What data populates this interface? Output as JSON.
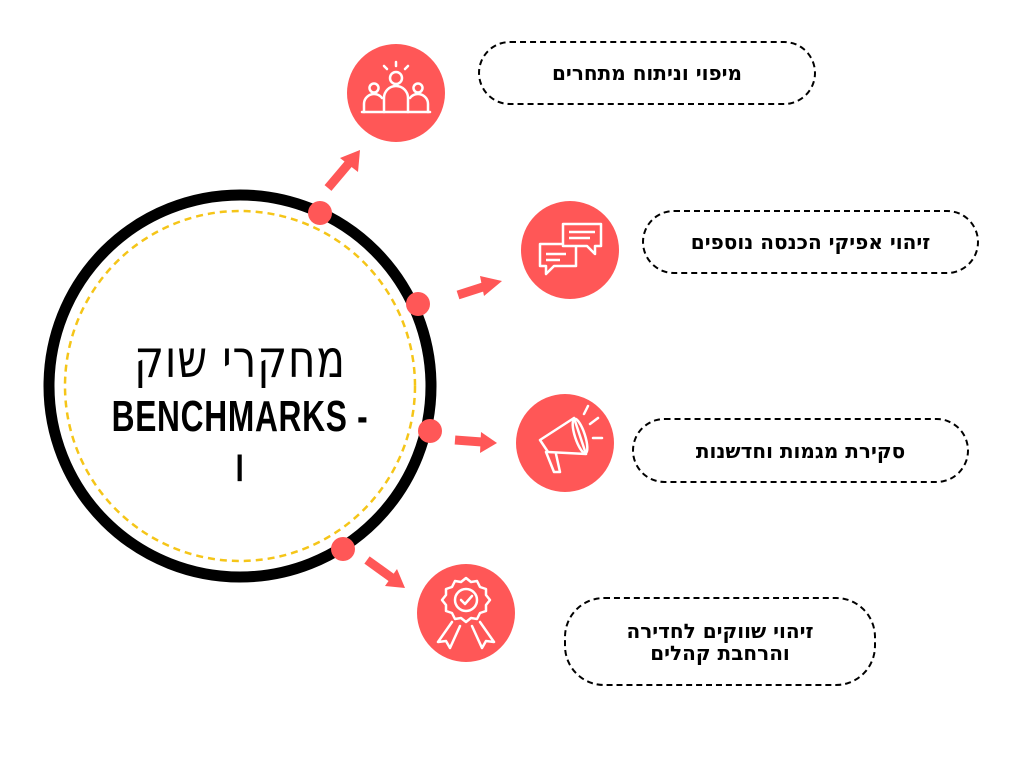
{
  "center": {
    "title_line1": "מחקרי שוק",
    "title_line2": "BENCHMARKS -ו"
  },
  "items": [
    {
      "label": "מיפוי וניתוח מתחרים",
      "icon": "team-icon"
    },
    {
      "label": "זיהוי אפיקי הכנסה נוספים",
      "icon": "chat-bubbles-icon"
    },
    {
      "label": "סקירת מגמות וחדשנות",
      "icon": "megaphone-icon"
    },
    {
      "label": "זיהוי שווקים לחדירה והרחבת קהלים",
      "icon": "award-badge-icon"
    }
  ],
  "colors": {
    "accent": "#ff5757",
    "ring": "#000000",
    "dashed_ring": "#f5c518"
  }
}
